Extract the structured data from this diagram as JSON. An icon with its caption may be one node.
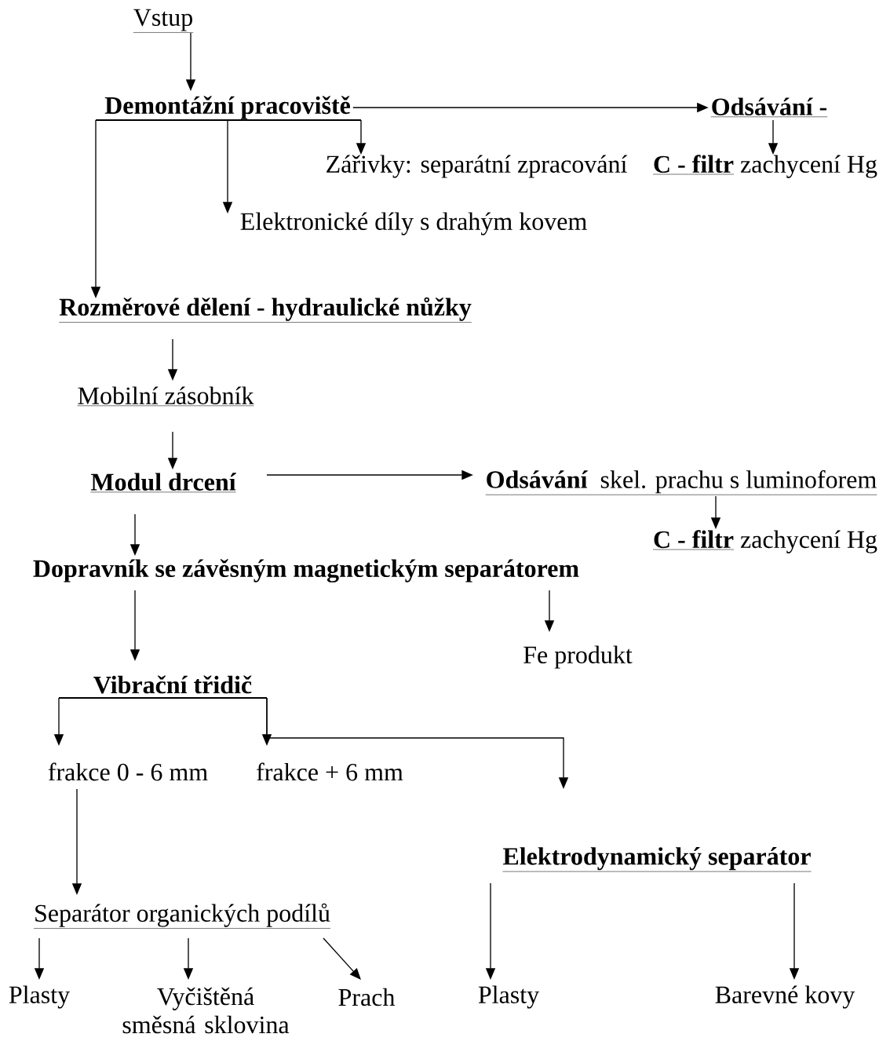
{
  "diagram": {
    "nodes": [
      {
        "text": [
          "Vstup"
        ]
      },
      {
        "text": [
          "Demontážní pracoviště"
        ]
      },
      {
        "text": [
          "Odsávání -"
        ]
      },
      {
        "text": [
          "Zářivky: separátní zpracování"
        ]
      },
      {
        "text": [
          "C - filtr",
          "zachycení Hg"
        ]
      },
      {
        "text": [
          "Elektronické díly s drahým kovem"
        ]
      },
      {
        "text": [
          "Rozměrové dělení - hydraulické nůžky"
        ]
      },
      {
        "text": [
          "Mobilní zásobník"
        ]
      },
      {
        "text": [
          "Modul drcení"
        ]
      },
      {
        "text": [
          "Odsávání",
          "skel. prachu s luminoforem"
        ]
      },
      {
        "text": [
          "C - filtr",
          "zachycení Hg"
        ]
      },
      {
        "text": [
          "Dopravník se závěsným magnetickým separátorem"
        ]
      },
      {
        "text": [
          "Fe produkt"
        ]
      },
      {
        "text": [
          "Vibrační třidič"
        ]
      },
      {
        "text": [
          "frakce 0 - 6 mm"
        ]
      },
      {
        "text": [
          "frakce + 6 mm"
        ]
      },
      {
        "text": [
          "Elektrodynamický separátor"
        ]
      },
      {
        "text": [
          "Separátor organických podílů"
        ]
      },
      {
        "text": [
          "Plasty"
        ]
      },
      {
        "text": [
          "Vyčištěná směsná sklovina"
        ]
      },
      {
        "text": [
          "Prach"
        ]
      },
      {
        "text": [
          "Plasty"
        ]
      },
      {
        "text": [
          "Barevné kovy"
        ]
      }
    ],
    "edges": [
      {
        "from": 0,
        "to": 1,
        "arrow": "to"
      },
      {
        "from": 1,
        "to": 2,
        "arrow": "to"
      },
      {
        "from": 2,
        "to": 4,
        "arrow": "to"
      },
      {
        "from": 1,
        "to": 3,
        "arrow": "to"
      },
      {
        "from": 1,
        "to": 5,
        "arrow": "to"
      },
      {
        "from": 1,
        "to": 6,
        "arrow": "to"
      },
      {
        "from": 6,
        "to": 7,
        "arrow": "to"
      },
      {
        "from": 7,
        "to": 8,
        "arrow": "to"
      },
      {
        "from": 8,
        "to": 9,
        "arrow": "to"
      },
      {
        "from": 9,
        "to": 10,
        "arrow": "to"
      },
      {
        "from": 8,
        "to": 11,
        "arrow": "to"
      },
      {
        "from": 11,
        "to": 12,
        "arrow": "to"
      },
      {
        "from": 11,
        "to": 13,
        "arrow": "to"
      },
      {
        "from": 13,
        "to": 14,
        "arrow": "to"
      },
      {
        "from": 13,
        "to": 15,
        "arrow": "to"
      },
      {
        "from": 13,
        "to": 16,
        "arrow": "to"
      },
      {
        "from": 14,
        "to": 17,
        "arrow": "to"
      },
      {
        "from": 17,
        "to": 18,
        "arrow": "to"
      },
      {
        "from": 17,
        "to": 19,
        "arrow": "to"
      },
      {
        "from": 17,
        "to": 20,
        "arrow": "to"
      },
      {
        "from": 16,
        "to": 21,
        "arrow": "to"
      },
      {
        "from": 16,
        "to": 22,
        "arrow": "to"
      }
    ]
  }
}
